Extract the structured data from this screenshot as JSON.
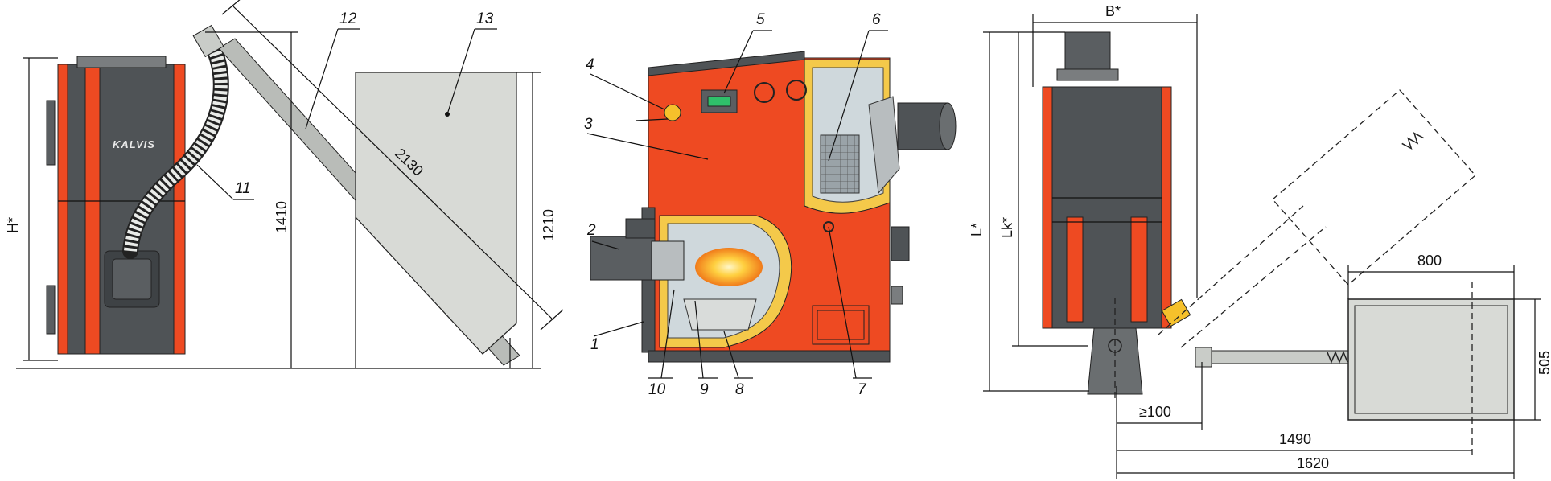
{
  "figure": {
    "brand_mark": "KALVIS",
    "callouts": [
      "1",
      "2",
      "3",
      "4",
      "5",
      "6",
      "7",
      "8",
      "9",
      "10",
      "11",
      "12",
      "13"
    ],
    "left_view": {
      "dims": {
        "h": "H*",
        "h1410": "1410",
        "h1210": "1210",
        "diag": "2130"
      }
    },
    "right_view": {
      "dims": {
        "b": "B*",
        "l": "L*",
        "lk": "Lk*",
        "d800": "800",
        "d505": "505",
        "d100": "≥100",
        "d1490": "1490",
        "d1620": "1620"
      }
    },
    "colors": {
      "orange": "#ee4a22",
      "dark_grey": "#4f5356",
      "hopper_grey": "#d8dad6",
      "insulation": "#f4c94a",
      "flame": "#ffcc33"
    }
  }
}
